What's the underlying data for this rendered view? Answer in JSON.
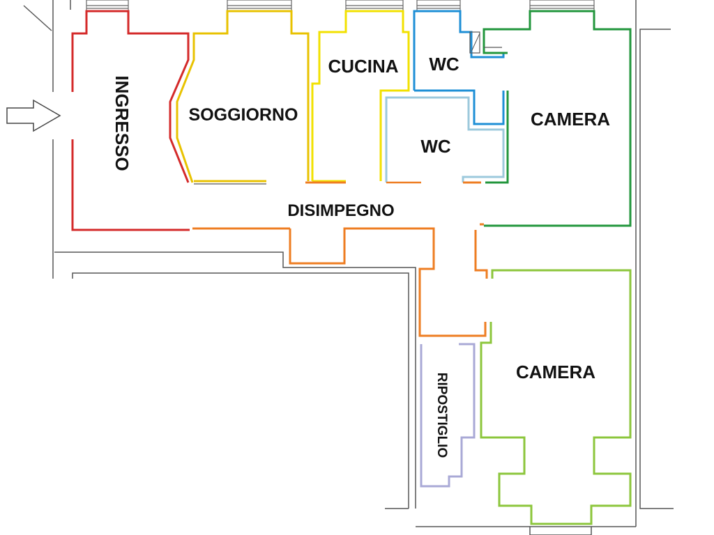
{
  "rooms": {
    "ingresso": "INGRESSO",
    "soggiorno": "SOGGIORNO",
    "cucina": "CUCINA",
    "wc_top": "WC",
    "wc_mid": "WC",
    "camera_top": "CAMERA",
    "disimpegno": "DISIMPEGNO",
    "ripostiglio": "RIPOSTIGLIO",
    "camera_bottom": "CAMERA"
  },
  "colors": {
    "ingresso": "#d42a2a",
    "soggiorno": "#e8c200",
    "cucina": "#f2e100",
    "wc_top": "#1e8fd6",
    "wc_mid": "#9cc9dc",
    "camera_top": "#22963c",
    "disimpegno": "#ee7d22",
    "ripostiglio": "#a9a9d6",
    "camera_bottom": "#8cc63c",
    "wall": "#555555",
    "entrance_arrow": "#444444"
  }
}
